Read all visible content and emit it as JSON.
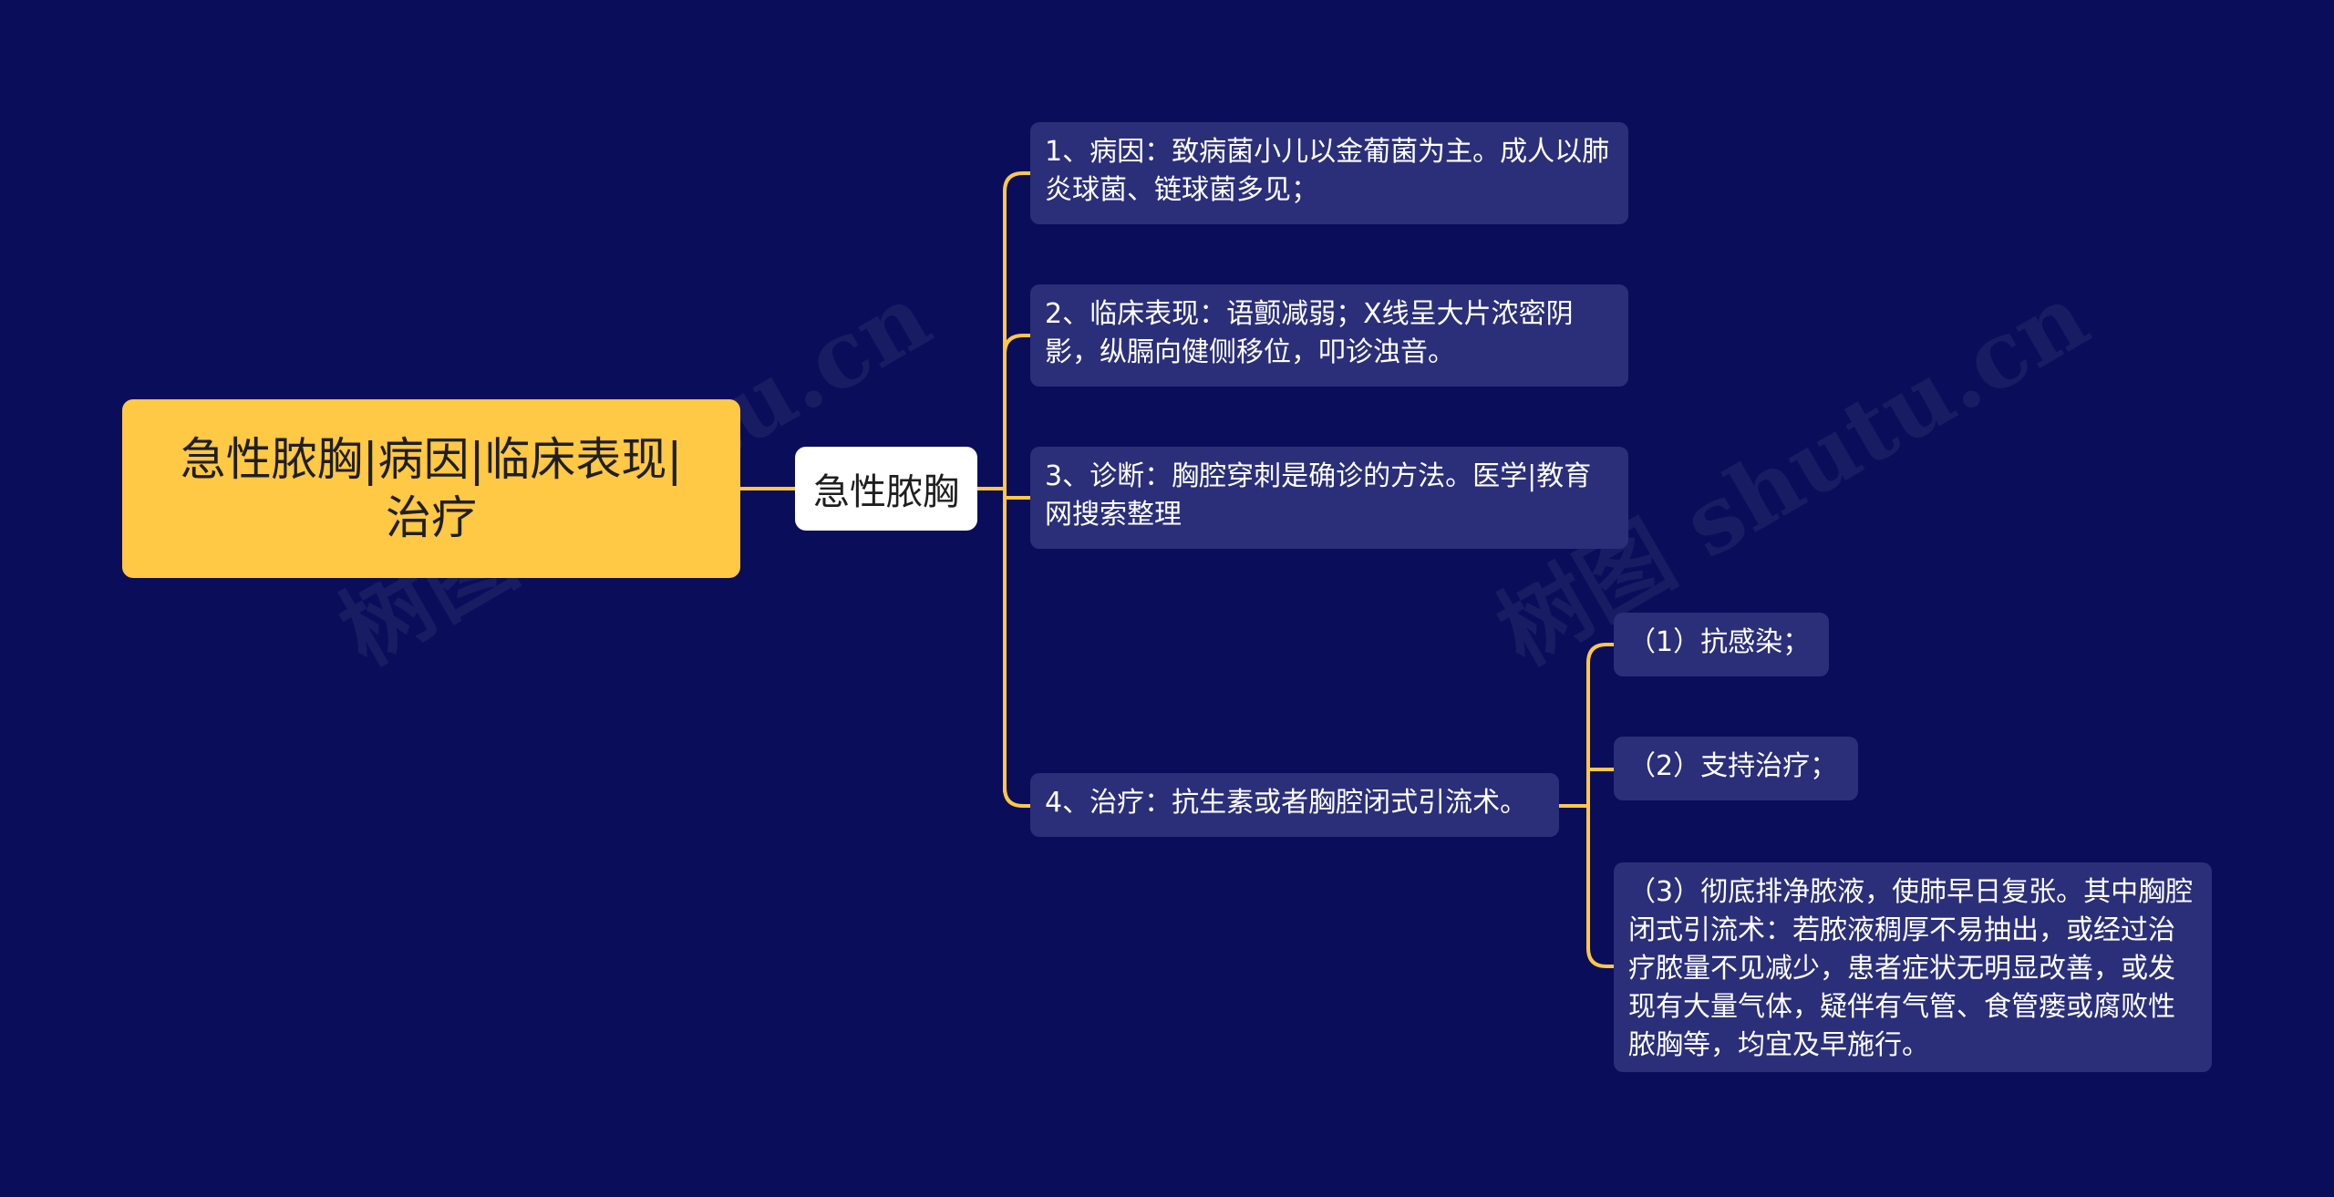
{
  "root": {
    "label": "急性脓胸|病因|临床表现|治疗"
  },
  "center": {
    "label": "急性脓胸"
  },
  "branches": [
    {
      "label": "1、病因：致病菌小儿以金葡菌为主。成人以肺炎球菌、链球菌多见；"
    },
    {
      "label": "2、临床表现：语颤减弱；X线呈大片浓密阴影，纵膈向健侧移位，叩诊浊音。"
    },
    {
      "label": "3、诊断：胸腔穿刺是确诊的方法。医学|教育网搜索整理"
    },
    {
      "label": "4、治疗：抗生素或者胸腔闭式引流术。"
    }
  ],
  "treatment_children": [
    {
      "label": "（1）抗感染；"
    },
    {
      "label": "（2）支持治疗；"
    },
    {
      "label": "（3）彻底排净脓液，使肺早日复张。其中胸腔闭式引流术：若脓液稠厚不易抽出，或经过治疗脓量不见减少，患者症状无明显改善，或发现有大量气体，疑伴有气管、食管瘘或腐败性脓胸等，均宜及早施行。"
    }
  ],
  "watermarks": [
    "树图 shutu.cn",
    "树图 shutu.cn"
  ],
  "colors": {
    "background": "#0a0e5a",
    "root": "#ffc845",
    "leaf": "#2b2f7a",
    "connector": "#ffc845"
  }
}
